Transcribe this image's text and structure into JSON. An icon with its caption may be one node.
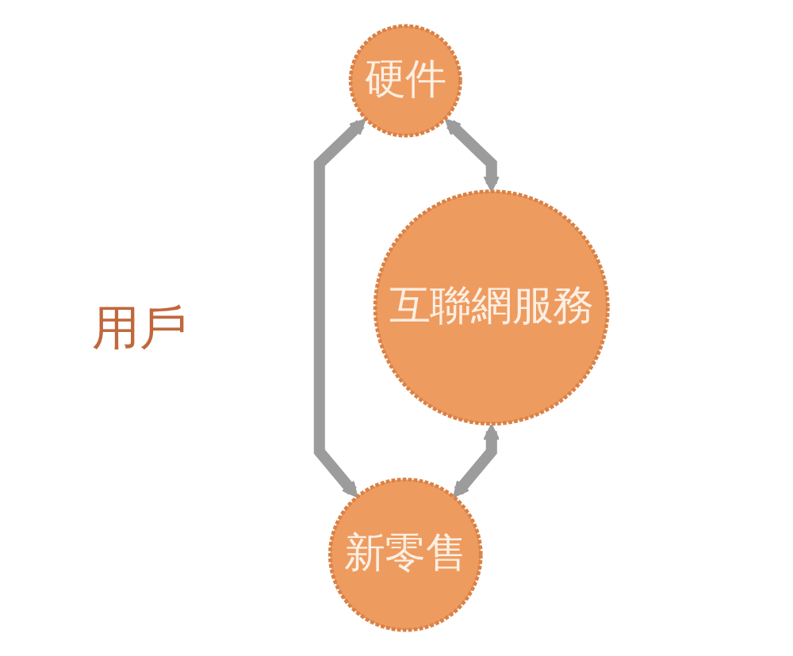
{
  "diagram": {
    "nodes": [
      {
        "text": [
          "硬件"
        ]
      },
      {
        "text": [
          "互聯網服務"
        ]
      },
      {
        "text": [
          "新零售"
        ]
      }
    ],
    "edges": [
      {
        "from": 0,
        "to": 1,
        "arrow": "both"
      },
      {
        "from": 0,
        "to": 2,
        "arrow": "both"
      },
      {
        "from": 1,
        "to": 2,
        "arrow": "both"
      }
    ],
    "labels": [
      "用戶"
    ]
  }
}
